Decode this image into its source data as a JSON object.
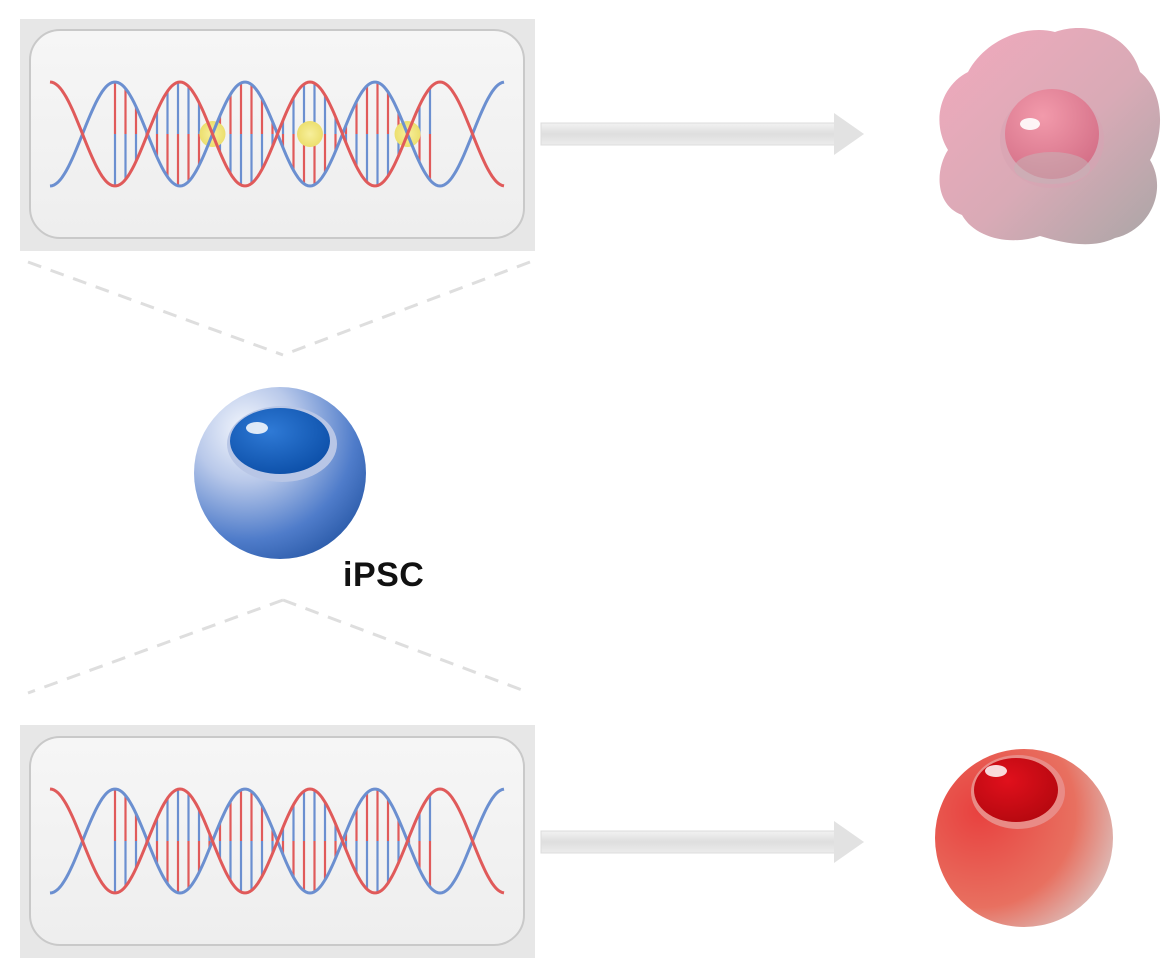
{
  "stem_cell": {
    "label": "iPSC",
    "color": "#2f6fc4"
  },
  "pathways": [
    {
      "dna": {
        "strand_a_color": "#e05a5a",
        "strand_b_color": "#6b8fd0",
        "markers": 3,
        "marker_color": "#f3e98a"
      },
      "outcome": {
        "kind": "irregular-cell",
        "color": "#e9a0b4"
      }
    },
    {
      "dna": {
        "strand_a_color": "#e05a5a",
        "strand_b_color": "#6b8fd0",
        "markers": 0,
        "marker_color": ""
      },
      "outcome": {
        "kind": "round-cell",
        "color": "#e03535"
      }
    }
  ]
}
